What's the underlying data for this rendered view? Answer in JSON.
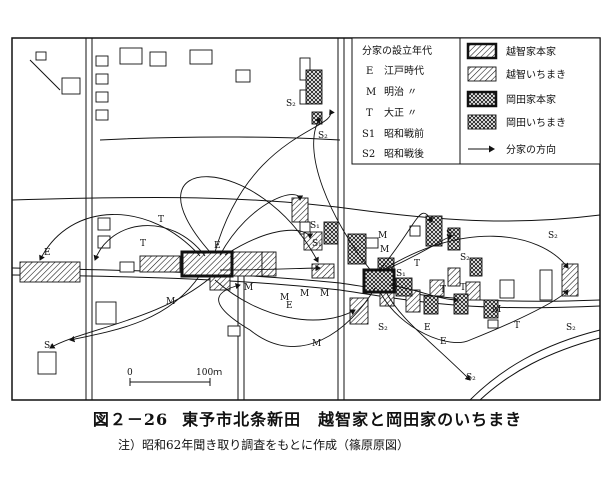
{
  "figure": {
    "number": "図２－26",
    "title": "東予市北条新田　越智家と岡田家のいちまき",
    "note": "注）昭和62年聞き取り調査をもとに作成（篠原原図）"
  },
  "legend_era": {
    "heading": "分家の設立年代",
    "items": [
      {
        "code": "E",
        "label": "江戸時代"
      },
      {
        "code": "M",
        "label": "明治 〃"
      },
      {
        "code": "T",
        "label": "大正 〃"
      },
      {
        "code": "S1",
        "label": "昭和戦前"
      },
      {
        "code": "S2",
        "label": "昭和戦後"
      }
    ]
  },
  "legend_house": {
    "items": [
      {
        "key": "ochi-main",
        "label": "越智家本家"
      },
      {
        "key": "ochi-ichimaki",
        "label": "越智いちまき"
      },
      {
        "key": "okada-main",
        "label": "岡田家本家"
      },
      {
        "key": "okada-ichimaki",
        "label": "岡田いちまき"
      },
      {
        "key": "arrow",
        "label": "分家の方向"
      }
    ]
  },
  "scale": {
    "zero": "0",
    "end": "100ｍ"
  },
  "colors": {
    "ink": "#111111",
    "paper": "#ffffff"
  }
}
